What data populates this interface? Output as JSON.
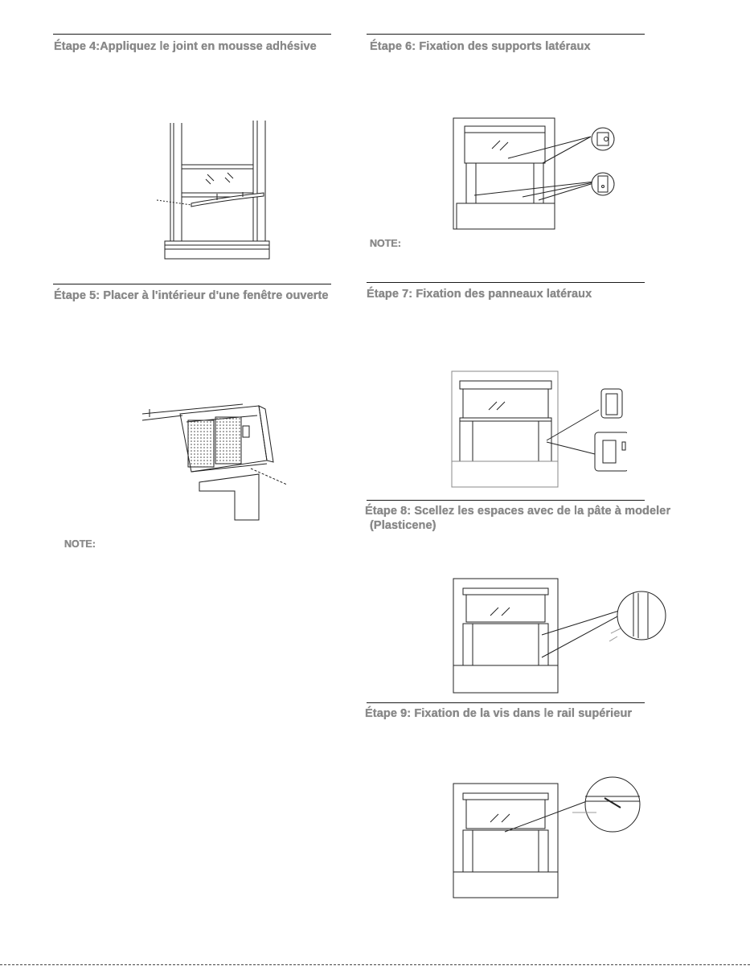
{
  "steps": {
    "step4": {
      "title": "Étape 4:Appliquez le joint en mousse adhésive"
    },
    "step5": {
      "title": "Étape 5: Placer à l'intérieur d'une fenêtre ouverte",
      "note": "NOTE:"
    },
    "step6": {
      "title": "Étape 6: Fixation des supports latéraux",
      "note": "NOTE:"
    },
    "step7": {
      "title": "Étape 7: Fixation des panneaux latéraux"
    },
    "step8": {
      "title": "Étape 8: Scellez les espaces avec de la pâte à modeler",
      "subtitle": "(Plasticene)"
    },
    "step9": {
      "title": "Étape 9: Fixation de la vis dans le rail supérieur"
    }
  }
}
